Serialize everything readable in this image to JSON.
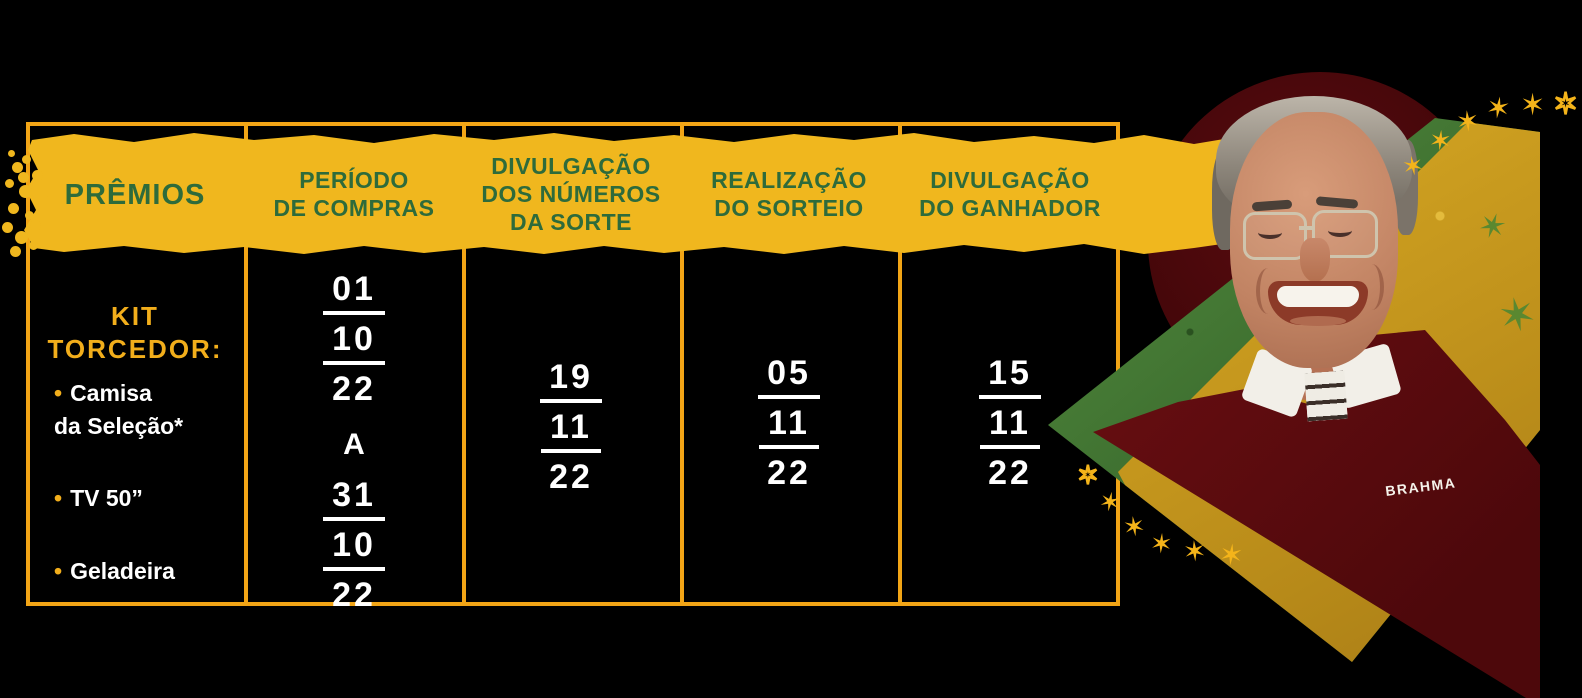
{
  "promo": {
    "brand": "BRAHMA",
    "colors": {
      "background": "#000000",
      "band_yellow": "#F0B71E",
      "table_border_orange": "#F2A516",
      "header_green": "#2E6B3B",
      "accent_yellow": "#F2AE1B",
      "text_white": "#FFFFFF",
      "sweater_red": "#7E1013",
      "flag_green": "#57913F",
      "flag_yellow": "#DCAE25"
    },
    "icons": {
      "star_filled": "✶",
      "bullet": "•"
    },
    "table": {
      "headers": [
        {
          "lines": [
            "PRÊMIOS"
          ]
        },
        {
          "lines": [
            "PERÍODO",
            "DE COMPRAS"
          ]
        },
        {
          "lines": [
            "DIVULGAÇÃO",
            "DOS NÚMEROS",
            "DA SORTE"
          ]
        },
        {
          "lines": [
            "REALIZAÇÃO",
            "DO SORTEIO"
          ]
        },
        {
          "lines": [
            "DIVULGAÇÃO",
            "DO GANHADOR"
          ]
        }
      ],
      "prizes": {
        "title_line1": "KIT",
        "title_line2": "TORCEDOR:",
        "items": [
          {
            "line1": "Camisa",
            "line2": "da Seleção*"
          },
          {
            "line1": "TV 50”",
            "line2": ""
          },
          {
            "line1": "Geladeira",
            "line2": ""
          }
        ]
      },
      "purchase_period": {
        "start": [
          "01",
          "10",
          "22"
        ],
        "connector": "A",
        "end": [
          "31",
          "10",
          "22"
        ]
      },
      "lucky_numbers_date": [
        "19",
        "11",
        "22"
      ],
      "draw_date": [
        "05",
        "11",
        "22"
      ],
      "winner_date": [
        "15",
        "11",
        "22"
      ]
    }
  }
}
